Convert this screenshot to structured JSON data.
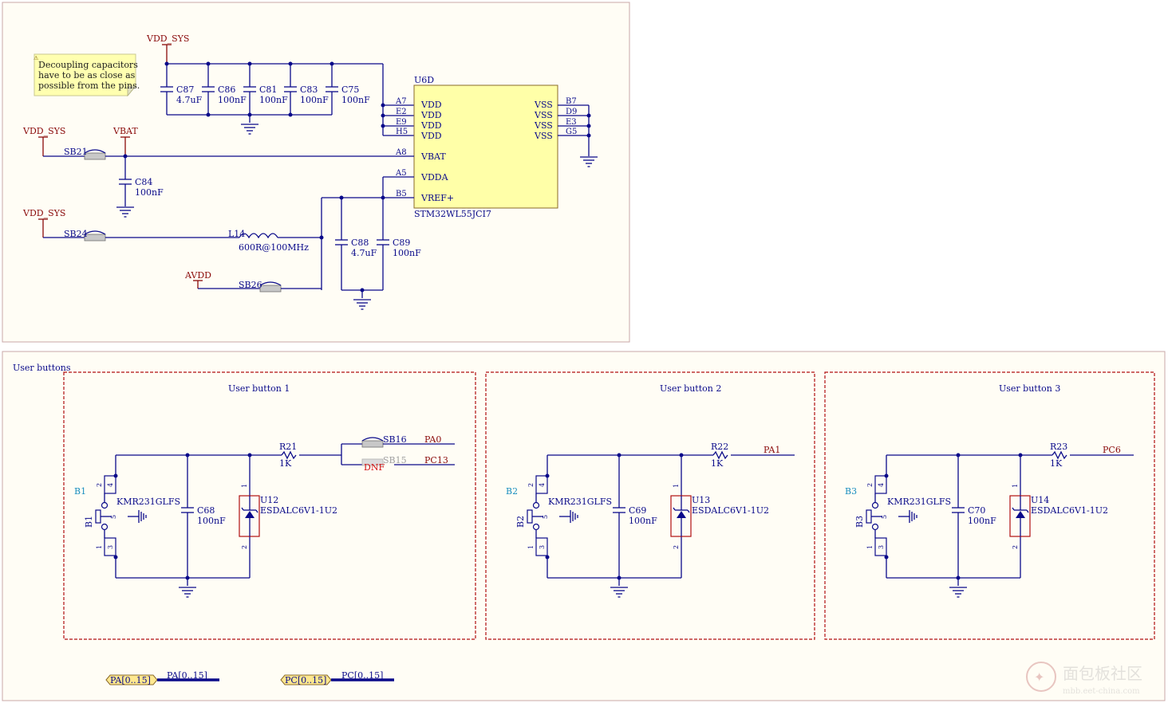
{
  "note": {
    "text_lines": [
      "Decoupling capacitors",
      "have to be as close as",
      "possible from the pins."
    ]
  },
  "power": {
    "vdd_sys": "VDD_SYS",
    "vbat": "VBAT",
    "avdd": "AVDD"
  },
  "mcu": {
    "ref": "U6D",
    "part": "STM32WL55JCI7",
    "left_pins": [
      {
        "num": "A7",
        "name": "VDD"
      },
      {
        "num": "E2",
        "name": "VDD"
      },
      {
        "num": "E9",
        "name": "VDD"
      },
      {
        "num": "H5",
        "name": "VDD"
      },
      {
        "num": "A8",
        "name": "VBAT"
      },
      {
        "num": "A5",
        "name": "VDDA"
      },
      {
        "num": "B5",
        "name": "VREF+"
      }
    ],
    "right_pins": [
      {
        "num": "B7",
        "name": "VSS"
      },
      {
        "num": "D9",
        "name": "VSS"
      },
      {
        "num": "E3",
        "name": "VSS"
      },
      {
        "num": "G5",
        "name": "VSS"
      }
    ]
  },
  "decoupling_caps": [
    {
      "ref": "C87",
      "value": "4.7uF"
    },
    {
      "ref": "C86",
      "value": "100nF"
    },
    {
      "ref": "C81",
      "value": "100nF"
    },
    {
      "ref": "C83",
      "value": "100nF"
    },
    {
      "ref": "C75",
      "value": "100nF"
    }
  ],
  "vbat_section": {
    "sb_ref": "SB21",
    "cap_ref": "C84",
    "cap_value": "100nF"
  },
  "vdda_section": {
    "sb_ref": "SB24",
    "inductor_ref": "L14",
    "inductor_value": "600R@100MHz",
    "avdd_sb_ref": "SB26",
    "caps": [
      {
        "ref": "C88",
        "value": "4.7uF"
      },
      {
        "ref": "C89",
        "value": "100nF"
      }
    ]
  },
  "user_buttons_title": "User buttons",
  "buttons": [
    {
      "title": "User button 1",
      "b_ref": "B1",
      "switch": "KMR231GLFS",
      "r_ref": "R21",
      "r_value": "1K",
      "c_ref": "C68",
      "c_value": "100nF",
      "u_ref": "U12",
      "u_part": "ESDALC6V1-1U2"
    },
    {
      "title": "User button 2",
      "b_ref": "B2",
      "switch": "KMR231GLFS",
      "r_ref": "R22",
      "r_value": "1K",
      "c_ref": "C69",
      "c_value": "100nF",
      "u_ref": "U13",
      "u_part": "ESDALC6V1-1U2",
      "net": "PA1"
    },
    {
      "title": "User button 3",
      "b_ref": "B3",
      "switch": "KMR231GLFS",
      "r_ref": "R23",
      "r_value": "1K",
      "c_ref": "C70",
      "c_value": "100nF",
      "u_ref": "U14",
      "u_part": "ESDALC6V1-1U2",
      "net": "PC6"
    }
  ],
  "button1_options": {
    "sb16": "SB16",
    "net_pa0": "PA0",
    "sb15": "SB15",
    "dnf": "DNF",
    "net_pc13": "PC13"
  },
  "buses": [
    {
      "port": "PA[0..15]",
      "label": "PA[0..15]"
    },
    {
      "port": "PC[0..15]",
      "label": "PC[0..15]"
    }
  ],
  "pin_numbers": {
    "p1": "1",
    "p2": "2",
    "p3": "3",
    "p4": "4",
    "p5": "5"
  },
  "watermark": {
    "text": "面包板社区",
    "sub": "mbb.eet-china.com"
  },
  "colors": {
    "sheet_bg": "#fffdf5",
    "ic_fill": "#ffffa8",
    "wire": "#0a0a8a",
    "power": "#8a0a0a",
    "frame_red": "#b01010"
  }
}
